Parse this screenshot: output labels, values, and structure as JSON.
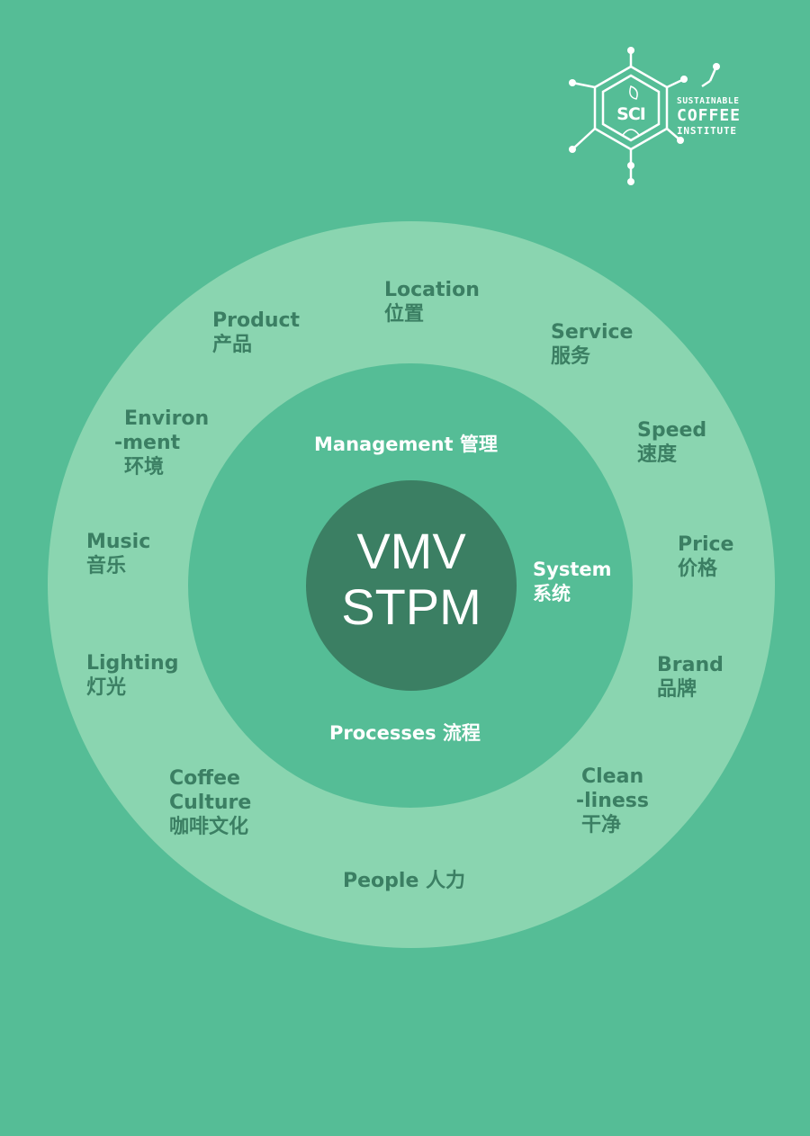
{
  "logo": {
    "mark": "SCI",
    "line1": "SUSTAINABLE",
    "line2": "COFFEE",
    "line3": "INSTITUTE"
  },
  "core": {
    "line1": "VMV",
    "line2": "STPM"
  },
  "inner_ring": {
    "management": "Management 管理",
    "system_en": "System",
    "system_zh": "系统",
    "processes": "Processes 流程"
  },
  "outer_ring": {
    "location": {
      "en": "Location",
      "zh": "位置"
    },
    "service": {
      "en": "Service",
      "zh": "服务"
    },
    "speed": {
      "en": "Speed",
      "zh": "速度"
    },
    "price": {
      "en": "Price",
      "zh": "价格"
    },
    "brand": {
      "en": "Brand",
      "zh": "品牌"
    },
    "cleanliness": {
      "en1": "Clean",
      "en2": "-liness",
      "zh": "干净"
    },
    "people": "People 人力",
    "coffee_culture": {
      "en1": "Coffee",
      "en2": "Culture",
      "zh": "咖啡文化"
    },
    "lighting": {
      "en": "Lighting",
      "zh": "灯光"
    },
    "music": {
      "en": "Music",
      "zh": "音乐"
    },
    "environment": {
      "en1": "Environ",
      "en2": "-ment",
      "zh": "环境"
    },
    "product": {
      "en": "Product",
      "zh": "产品"
    }
  },
  "colors": {
    "background": "#55bd96",
    "outer_ring": "#8ad5b0",
    "core": "#3b7f63",
    "label_dark": "#3b7f63",
    "label_light": "#ffffff"
  }
}
